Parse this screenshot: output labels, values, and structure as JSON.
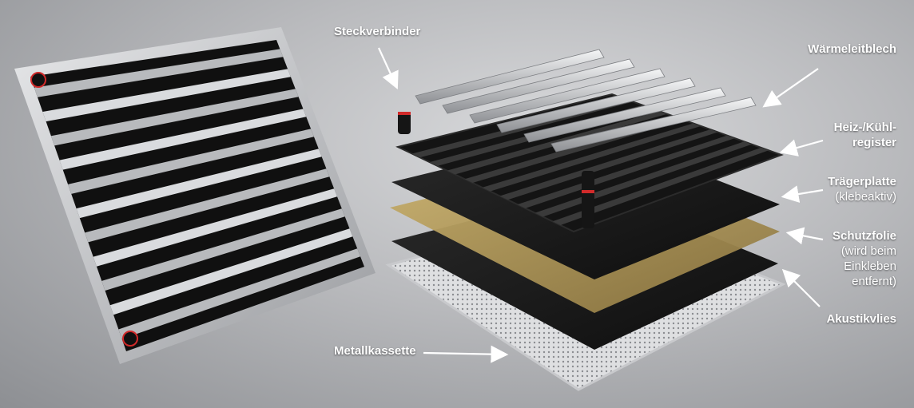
{
  "labels": {
    "steckverbinder": "Steckverbinder",
    "waermeleitblech": "Wärmeleitblech",
    "heiz_line1": "Heiz-/Kühl-",
    "heiz_line2": "register",
    "traegerplatte": "Trägerplatte",
    "traegerplatte_sub": "(klebeaktiv)",
    "schutzfolie": "Schutzfolie",
    "schutzfolie_sub1": "(wird beim",
    "schutzfolie_sub2": "Einkleben",
    "schutzfolie_sub3": "entfernt)",
    "akustikvlies": "Akustikvlies",
    "metallkassette": "Metallkassette"
  },
  "colors": {
    "frame": "#c9cbce",
    "register": "#141414",
    "blech": "#d7d9dc",
    "folie": "#b39a5a",
    "plate": "#1a1a1a",
    "connector_ring": "#d12a2a"
  }
}
